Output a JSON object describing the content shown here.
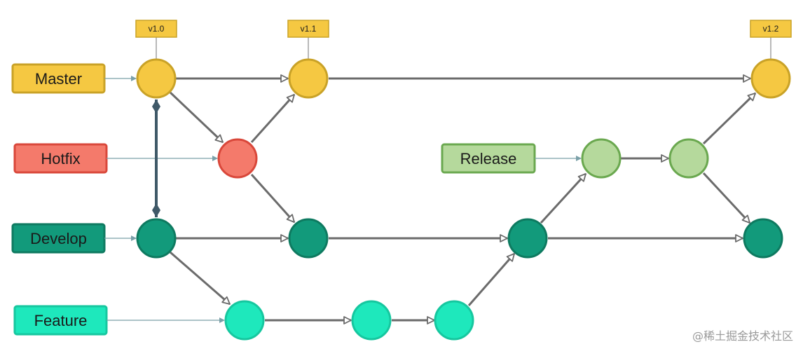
{
  "branches": {
    "master": {
      "label": "Master",
      "fill": "#f5c842",
      "stroke": "#c9a227"
    },
    "hotfix": {
      "label": "Hotfix",
      "fill": "#f47a6b",
      "stroke": "#d9473a"
    },
    "release": {
      "label": "Release",
      "fill": "#b5d99c",
      "stroke": "#6aa84f"
    },
    "develop": {
      "label": "Develop",
      "fill": "#129a7b",
      "stroke": "#0e7a60"
    },
    "feature": {
      "label": "Feature",
      "fill": "#1ee8bc",
      "stroke": "#16c79f"
    }
  },
  "tags": [
    "v1.0",
    "v1.1",
    "v1.2"
  ],
  "tag_colors": {
    "fill": "#f5c842",
    "stroke": "#c9a227"
  },
  "edge_color": "#6b6b6b",
  "sync_color": "#3f5968",
  "watermark": "@稀土掘金技术社区"
}
